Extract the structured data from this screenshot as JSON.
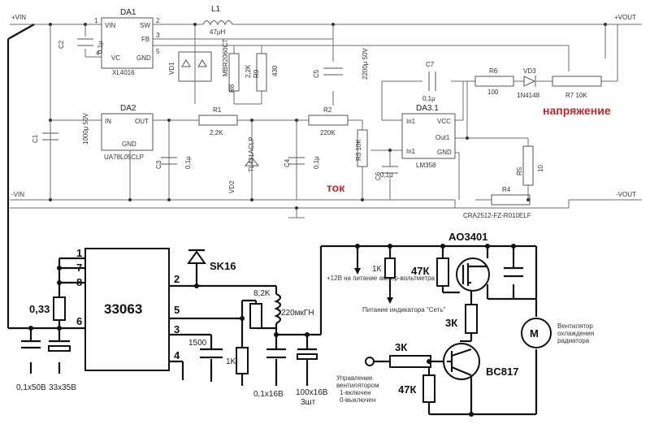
{
  "top": {
    "vin_pos": "+VIN",
    "vin_neg": "-VIN",
    "vout_pos": "+VOUT",
    "vout_neg": "-VOUT",
    "da1": "DA1",
    "xl4016": "XL4016",
    "da1_vin": "VIN",
    "da1_sw": "SW",
    "da1_fb": "FB",
    "da1_vc": "VC",
    "da1_gnd": "GND",
    "p1": "1",
    "p2": "2",
    "p3": "3",
    "p4": "4",
    "p5": "5",
    "l1": "L1",
    "l1_val": "47μH",
    "c2": "C2",
    "c2_val": "0,1μ",
    "vd1": "VD1",
    "mbr": "MBR2060CT",
    "r8": "R8",
    "r8_val": "2,2K",
    "r9": "R9",
    "r9_val": "430",
    "c5": "C5",
    "c5_val": "2200μ 50V",
    "c7": "C7",
    "c7_val": "0,1μ",
    "r6": "R6",
    "r6_val": "100",
    "vd3": "VD3",
    "vd3_val": "1N4148",
    "r7": "R7 10K",
    "voltage": "напряжение",
    "da2": "DA2",
    "ua78": "UA78L05CLP",
    "da2_in": "IN",
    "da2_out": "OUT",
    "da2_gnd": "GND",
    "c1": "C1",
    "c1_val": "1000μ 50V",
    "r1": "R1",
    "r1_val": "2,2K",
    "c3": "C3",
    "c3_val": "0,1μ",
    "vd2": "VD2",
    "tl431": "TL431ACLP",
    "c4": "C4",
    "c4_val": "0,1μ",
    "r2": "R2",
    "r2_val": "220K",
    "r3": "R3 10K",
    "current": "ток",
    "c6": "C6",
    "c6_val": "0,1μ",
    "da3": "DA3.1",
    "lm358": "LM358",
    "da3_in1p": "In1",
    "da3_in1n": "In1",
    "da3_vcc": "VCC",
    "da3_out1": "Out1",
    "da3_gnd": "GND",
    "r5": "R5",
    "r5_val": "10",
    "r4": "R4",
    "r4_val": "CRA2512-FZ-R010ELF"
  },
  "bottom": {
    "chip": "33063",
    "pin1": "1",
    "pin7": "7",
    "pin8": "8",
    "pin6": "6",
    "pin2": "2",
    "pin5": "5",
    "pin3": "3",
    "pin4": "4",
    "r033": "0,33",
    "cap_in": "0,1x50B",
    "cap_33": "33x35B",
    "sk16": "SK16",
    "c1500": "1500",
    "r1k": "1K",
    "r82k": "8,2K",
    "ind": "220мкГН",
    "c01x16": "0,1x16B",
    "c100": "100x16B",
    "c100_n": "3шт",
    "ao3401": "AO3401",
    "supply_note": "+12В на питание ампер-вольтметра",
    "r1k_b": "1К",
    "r47k_a": "47К",
    "led_note": "Питание индикатора \"Сеть\"",
    "r3k": "3К",
    "r3k_in": "3К",
    "bc817": "BC817",
    "r47k_b": "47К",
    "ctrl_note_1": "Управление",
    "ctrl_note_2": "вентилятором",
    "ctrl_note_3": "1-включен",
    "ctrl_note_4": "0-выключен",
    "motor": "M",
    "fan_note_1": "Вентилятор",
    "fan_note_2": "охлаждения",
    "fan_note_3": "радиатора"
  }
}
